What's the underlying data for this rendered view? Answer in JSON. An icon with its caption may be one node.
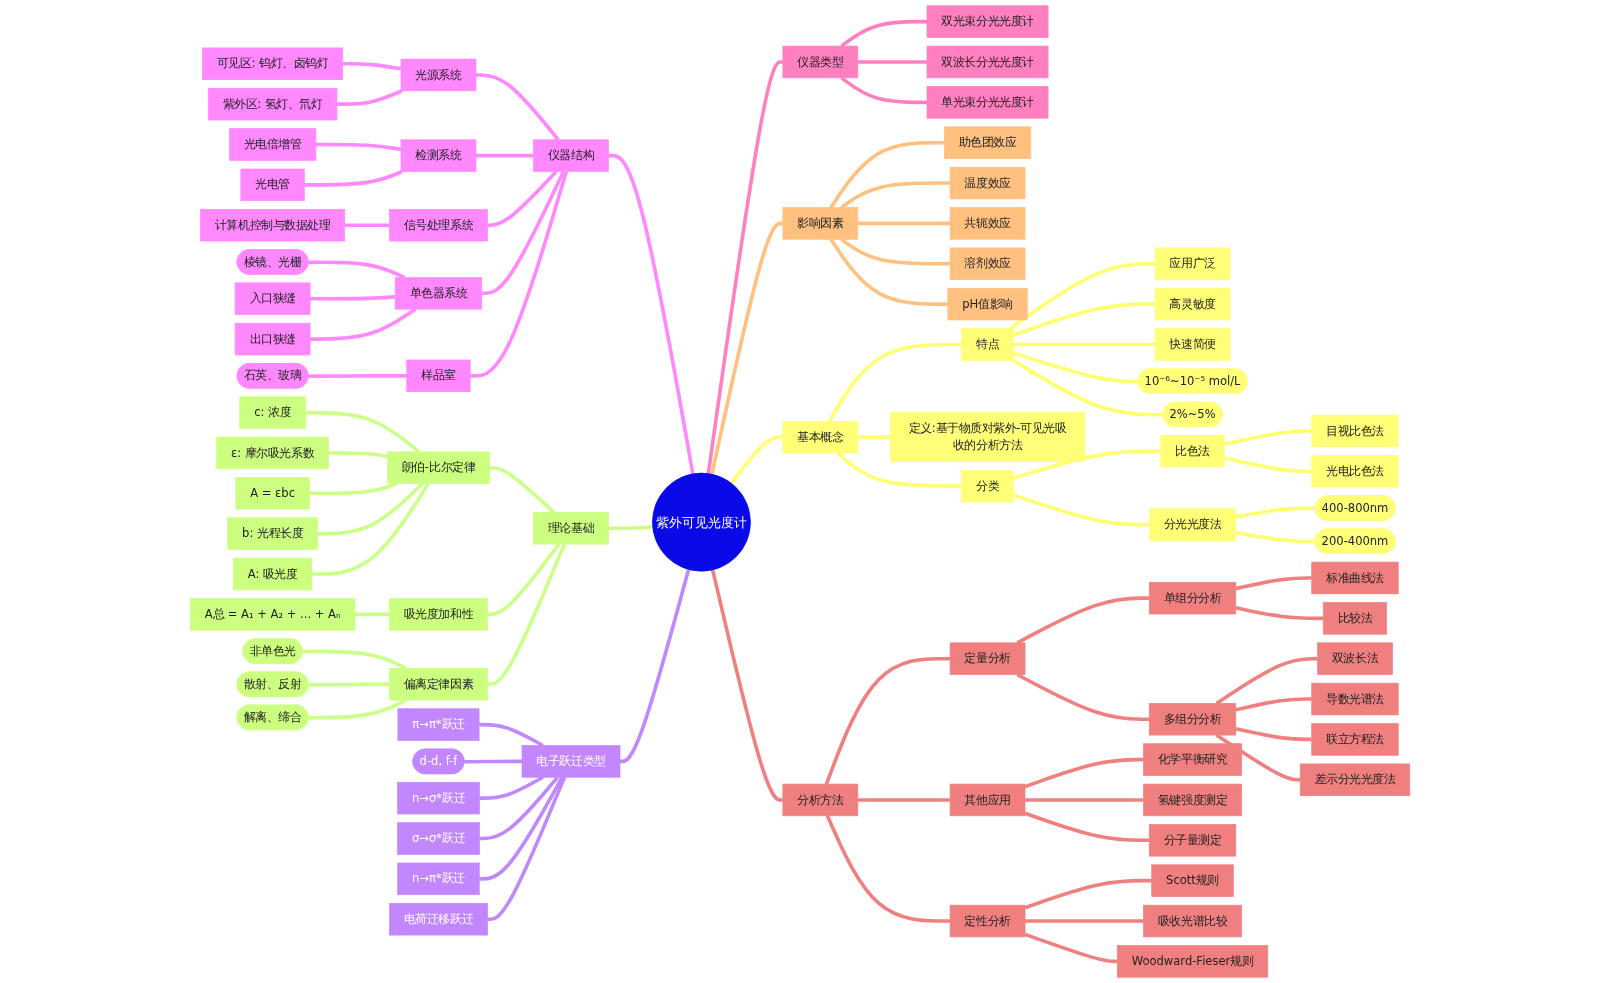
{
  "diagram": {
    "nodes": [
      {
        "text": [
          "紫外可见光度计"
        ]
      },
      {
        "text": [
          "仪器结构"
        ]
      },
      {
        "text": [
          "光源系统"
        ]
      },
      {
        "text": [
          "可见区: 钨灯、卤钨灯"
        ]
      },
      {
        "text": [
          "紫外区: 氢灯、氘灯"
        ]
      },
      {
        "text": [
          "检测系统"
        ]
      },
      {
        "text": [
          "光电倍增管"
        ]
      },
      {
        "text": [
          "光电管"
        ]
      },
      {
        "text": [
          "信号处理系统"
        ]
      },
      {
        "text": [
          "计算机控制与数据处理"
        ]
      },
      {
        "text": [
          "单色器系统"
        ]
      },
      {
        "text": [
          "棱镜、光栅"
        ]
      },
      {
        "text": [
          "入口狭缝"
        ]
      },
      {
        "text": [
          "出口狭缝"
        ]
      },
      {
        "text": [
          "样品室"
        ]
      },
      {
        "text": [
          "石英、玻璃"
        ]
      },
      {
        "text": [
          "理论基础"
        ]
      },
      {
        "text": [
          "朗伯-比尔定律"
        ]
      },
      {
        "text": [
          "c: 浓度"
        ]
      },
      {
        "text": [
          "ε: 摩尔吸光系数"
        ]
      },
      {
        "text": [
          "A = εbc"
        ]
      },
      {
        "text": [
          "b: 光程长度"
        ]
      },
      {
        "text": [
          "A: 吸光度"
        ]
      },
      {
        "text": [
          "吸光度加和性"
        ]
      },
      {
        "text": [
          "A总 = A₁ + A₂ + ... + Aₙ"
        ]
      },
      {
        "text": [
          "偏离定律因素"
        ]
      },
      {
        "text": [
          "非单色光"
        ]
      },
      {
        "text": [
          "散射、反射"
        ]
      },
      {
        "text": [
          "解离、缔合"
        ]
      },
      {
        "text": [
          "电子跃迁类型"
        ]
      },
      {
        "text": [
          "π→π*跃迁"
        ]
      },
      {
        "text": [
          "d-d, f-f"
        ]
      },
      {
        "text": [
          "n→σ*跃迁"
        ]
      },
      {
        "text": [
          "σ→σ*跃迁"
        ]
      },
      {
        "text": [
          "n→π*跃迁"
        ]
      },
      {
        "text": [
          "电荷迁移跃迁"
        ]
      },
      {
        "text": [
          "仪器类型"
        ]
      },
      {
        "text": [
          "双光束分光光度计"
        ]
      },
      {
        "text": [
          "双波长分光光度计"
        ]
      },
      {
        "text": [
          "单光束分光光度计"
        ]
      },
      {
        "text": [
          "影响因素"
        ]
      },
      {
        "text": [
          "助色团效应"
        ]
      },
      {
        "text": [
          "温度效应"
        ]
      },
      {
        "text": [
          "共轭效应"
        ]
      },
      {
        "text": [
          "溶剂效应"
        ]
      },
      {
        "text": [
          "pH值影响"
        ]
      },
      {
        "text": [
          "基本概念"
        ]
      },
      {
        "text": [
          "特点"
        ]
      },
      {
        "text": [
          "应用广泛"
        ]
      },
      {
        "text": [
          "高灵敏度"
        ]
      },
      {
        "text": [
          "快速简便"
        ]
      },
      {
        "text": [
          "10⁻⁶~10⁻⁵ mol/L"
        ]
      },
      {
        "text": [
          "2%~5%"
        ]
      },
      {
        "text": [
          "定义:基于物质对紫外-可见光吸收的分析方法"
        ]
      },
      {
        "text": [
          "分类"
        ]
      },
      {
        "text": [
          "比色法"
        ]
      },
      {
        "text": [
          "目视比色法"
        ]
      },
      {
        "text": [
          "光电比色法"
        ]
      },
      {
        "text": [
          "分光光度法"
        ]
      },
      {
        "text": [
          "400-800nm"
        ]
      },
      {
        "text": [
          "200-400nm"
        ]
      },
      {
        "text": [
          "分析方法"
        ]
      },
      {
        "text": [
          "定量分析"
        ]
      },
      {
        "text": [
          "单组分分析"
        ]
      },
      {
        "text": [
          "标准曲线法"
        ]
      },
      {
        "text": [
          "比较法"
        ]
      },
      {
        "text": [
          "多组分分析"
        ]
      },
      {
        "text": [
          "双波长法"
        ]
      },
      {
        "text": [
          "导数光谱法"
        ]
      },
      {
        "text": [
          "联立方程法"
        ]
      },
      {
        "text": [
          "差示分光光度法"
        ]
      },
      {
        "text": [
          "其他应用"
        ]
      },
      {
        "text": [
          "化学平衡研究"
        ]
      },
      {
        "text": [
          "氢键强度测定"
        ]
      },
      {
        "text": [
          "分子量测定"
        ]
      },
      {
        "text": [
          "定性分析"
        ]
      },
      {
        "text": [
          "Scott规则"
        ]
      },
      {
        "text": [
          "吸收光谱比较"
        ]
      },
      {
        "text": [
          "Woodward-Fieser规则"
        ]
      }
    ],
    "edges": [
      {
        "from": 1,
        "to": 0,
        "arrow": "none",
        "color": "#ff88ff"
      },
      {
        "from": 2,
        "to": 1,
        "arrow": "none",
        "color": "#ff88ff"
      },
      {
        "from": 3,
        "to": 2,
        "arrow": "none",
        "color": "#ff88ff"
      },
      {
        "from": 4,
        "to": 2,
        "arrow": "none",
        "color": "#ff88ff"
      },
      {
        "from": 5,
        "to": 1,
        "arrow": "none",
        "color": "#ff88ff"
      },
      {
        "from": 6,
        "to": 5,
        "arrow": "none",
        "color": "#ff88ff"
      },
      {
        "from": 7,
        "to": 5,
        "arrow": "none",
        "color": "#ff88ff"
      },
      {
        "from": 8,
        "to": 1,
        "arrow": "none",
        "color": "#ff88ff"
      },
      {
        "from": 9,
        "to": 8,
        "arrow": "none",
        "color": "#ff88ff"
      },
      {
        "from": 10,
        "to": 1,
        "arrow": "none",
        "color": "#ff88ff"
      },
      {
        "from": 11,
        "to": 10,
        "arrow": "none",
        "color": "#ff88ff"
      },
      {
        "from": 12,
        "to": 10,
        "arrow": "none",
        "color": "#ff88ff"
      },
      {
        "from": 13,
        "to": 10,
        "arrow": "none",
        "color": "#ff88ff"
      },
      {
        "from": 14,
        "to": 1,
        "arrow": "none",
        "color": "#ff88ff"
      },
      {
        "from": 15,
        "to": 14,
        "arrow": "none",
        "color": "#ff88ff"
      },
      {
        "from": 16,
        "to": 0,
        "arrow": "none",
        "color": "#ccff88"
      },
      {
        "from": 17,
        "to": 16,
        "arrow": "none",
        "color": "#ccff88"
      },
      {
        "from": 18,
        "to": 17,
        "arrow": "none",
        "color": "#ccff88"
      },
      {
        "from": 19,
        "to": 17,
        "arrow": "none",
        "color": "#ccff88"
      },
      {
        "from": 20,
        "to": 17,
        "arrow": "none",
        "color": "#ccff88"
      },
      {
        "from": 21,
        "to": 17,
        "arrow": "none",
        "color": "#ccff88"
      },
      {
        "from": 22,
        "to": 17,
        "arrow": "none",
        "color": "#ccff88"
      },
      {
        "from": 23,
        "to": 16,
        "arrow": "none",
        "color": "#ccff88"
      },
      {
        "from": 24,
        "to": 23,
        "arrow": "none",
        "color": "#ccff88"
      },
      {
        "from": 25,
        "to": 16,
        "arrow": "none",
        "color": "#ccff88"
      },
      {
        "from": 26,
        "to": 25,
        "arrow": "none",
        "color": "#ccff88"
      },
      {
        "from": 27,
        "to": 25,
        "arrow": "none",
        "color": "#ccff88"
      },
      {
        "from": 28,
        "to": 25,
        "arrow": "none",
        "color": "#ccff88"
      },
      {
        "from": 29,
        "to": 0,
        "arrow": "none",
        "color": "#c088ff"
      },
      {
        "from": 30,
        "to": 29,
        "arrow": "none",
        "color": "#c088ff"
      },
      {
        "from": 31,
        "to": 29,
        "arrow": "none",
        "color": "#c088ff"
      },
      {
        "from": 32,
        "to": 29,
        "arrow": "none",
        "color": "#c088ff"
      },
      {
        "from": 33,
        "to": 29,
        "arrow": "none",
        "color": "#c088ff"
      },
      {
        "from": 34,
        "to": 29,
        "arrow": "none",
        "color": "#c088ff"
      },
      {
        "from": 35,
        "to": 29,
        "arrow": "none",
        "color": "#c088ff"
      },
      {
        "from": 0,
        "to": 36,
        "arrow": "none",
        "color": "#ff80c0"
      },
      {
        "from": 36,
        "to": 37,
        "arrow": "none",
        "color": "#ff80c0"
      },
      {
        "from": 36,
        "to": 38,
        "arrow": "none",
        "color": "#ff80c0"
      },
      {
        "from": 36,
        "to": 39,
        "arrow": "none",
        "color": "#ff80c0"
      },
      {
        "from": 0,
        "to": 40,
        "arrow": "none",
        "color": "#ffc080"
      },
      {
        "from": 40,
        "to": 41,
        "arrow": "none",
        "color": "#ffc080"
      },
      {
        "from": 40,
        "to": 42,
        "arrow": "none",
        "color": "#ffc080"
      },
      {
        "from": 40,
        "to": 43,
        "arrow": "none",
        "color": "#ffc080"
      },
      {
        "from": 40,
        "to": 44,
        "arrow": "none",
        "color": "#ffc080"
      },
      {
        "from": 40,
        "to": 45,
        "arrow": "none",
        "color": "#ffc080"
      },
      {
        "from": 0,
        "to": 46,
        "arrow": "none",
        "color": "#ffff70"
      },
      {
        "from": 46,
        "to": 47,
        "arrow": "none",
        "color": "#ffff70"
      },
      {
        "from": 47,
        "to": 48,
        "arrow": "none",
        "color": "#ffff70"
      },
      {
        "from": 47,
        "to": 49,
        "arrow": "none",
        "color": "#ffff70"
      },
      {
        "from": 47,
        "to": 50,
        "arrow": "none",
        "color": "#ffff70"
      },
      {
        "from": 47,
        "to": 51,
        "arrow": "none",
        "color": "#ffff70"
      },
      {
        "from": 47,
        "to": 52,
        "arrow": "none",
        "color": "#ffff70"
      },
      {
        "from": 46,
        "to": 53,
        "arrow": "none",
        "color": "#ffff70"
      },
      {
        "from": 46,
        "to": 54,
        "arrow": "none",
        "color": "#ffff70"
      },
      {
        "from": 54,
        "to": 55,
        "arrow": "none",
        "color": "#ffff70"
      },
      {
        "from": 55,
        "to": 56,
        "arrow": "none",
        "color": "#ffff70"
      },
      {
        "from": 55,
        "to": 57,
        "arrow": "none",
        "color": "#ffff70"
      },
      {
        "from": 54,
        "to": 58,
        "arrow": "none",
        "color": "#ffff70"
      },
      {
        "from": 58,
        "to": 59,
        "arrow": "none",
        "color": "#ffff70"
      },
      {
        "from": 58,
        "to": 60,
        "arrow": "none",
        "color": "#ffff70"
      },
      {
        "from": 0,
        "to": 61,
        "arrow": "none",
        "color": "#f08080"
      },
      {
        "from": 61,
        "to": 62,
        "arrow": "none",
        "color": "#f08080"
      },
      {
        "from": 62,
        "to": 63,
        "arrow": "none",
        "color": "#f08080"
      },
      {
        "from": 63,
        "to": 64,
        "arrow": "none",
        "color": "#f08080"
      },
      {
        "from": 63,
        "to": 65,
        "arrow": "none",
        "color": "#f08080"
      },
      {
        "from": 62,
        "to": 66,
        "arrow": "none",
        "color": "#f08080"
      },
      {
        "from": 66,
        "to": 67,
        "arrow": "none",
        "color": "#f08080"
      },
      {
        "from": 66,
        "to": 68,
        "arrow": "none",
        "color": "#f08080"
      },
      {
        "from": 66,
        "to": 69,
        "arrow": "none",
        "color": "#f08080"
      },
      {
        "from": 66,
        "to": 70,
        "arrow": "none",
        "color": "#f08080"
      },
      {
        "from": 61,
        "to": 71,
        "arrow": "none",
        "color": "#f08080"
      },
      {
        "from": 71,
        "to": 72,
        "arrow": "none",
        "color": "#f08080"
      },
      {
        "from": 71,
        "to": 73,
        "arrow": "none",
        "color": "#f08080"
      },
      {
        "from": 71,
        "to": 74,
        "arrow": "none",
        "color": "#f08080"
      },
      {
        "from": 61,
        "to": 75,
        "arrow": "none",
        "color": "#f08080"
      },
      {
        "from": 75,
        "to": 76,
        "arrow": "none",
        "color": "#f08080"
      },
      {
        "from": 75,
        "to": 77,
        "arrow": "none",
        "color": "#f08080"
      },
      {
        "from": 75,
        "to": 78,
        "arrow": "none",
        "color": "#f08080"
      }
    ]
  }
}
